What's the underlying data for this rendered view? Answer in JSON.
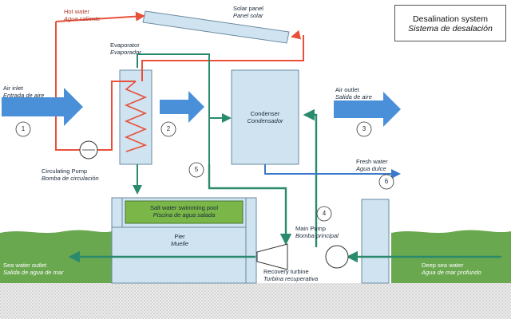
{
  "title": {
    "en": "Desalination system",
    "es": "Sistema de desalación"
  },
  "labels": {
    "hot_water": {
      "en": "Hot water",
      "es": "Agua caliente"
    },
    "solar_panel": {
      "en": "Solar panel",
      "es": "Panel solar"
    },
    "evaporator": {
      "en": "Evaporator",
      "es": "Evaporador"
    },
    "air_inlet": {
      "en": "Air inlet",
      "es": "Entrada de aire"
    },
    "air_outlet": {
      "en": "Air outlet",
      "es": "Salida de aire"
    },
    "condenser": {
      "en": "Condenser",
      "es": "Condensador"
    },
    "circulating_pump": {
      "en": "Circulating Pump",
      "es": "Bomba de circulación"
    },
    "fresh_water": {
      "en": "Fresh water",
      "es": "Agua dulce"
    },
    "pool": {
      "en": "Salt water swimming pool",
      "es": "Piscina de agua salada"
    },
    "pier": {
      "en": "Pier",
      "es": "Muelle"
    },
    "main_pump": {
      "en": "Main Pump",
      "es": "Bomba principal"
    },
    "sea_outlet": {
      "en": "Sea water outlet",
      "es": "Salida de agua de mar"
    },
    "recovery_turbine": {
      "en": "Recovery turbine",
      "es": "Turbina recuperativa"
    },
    "deep_sea": {
      "en": "Deep sea water",
      "es": "Agua de mar profundo"
    }
  },
  "markers": [
    "1",
    "2",
    "3",
    "4",
    "5",
    "6"
  ],
  "colors": {
    "hot_pipe": "#e8503a",
    "seawater_pipe": "#2a8a6e",
    "fresh_pipe": "#3a7ac8",
    "air_arrow": "#4a90d8",
    "component_fill": "#cfe3f0",
    "grass": "#6aa84f",
    "pool_green": "#7ab648",
    "ground": "#e6e6e6"
  }
}
